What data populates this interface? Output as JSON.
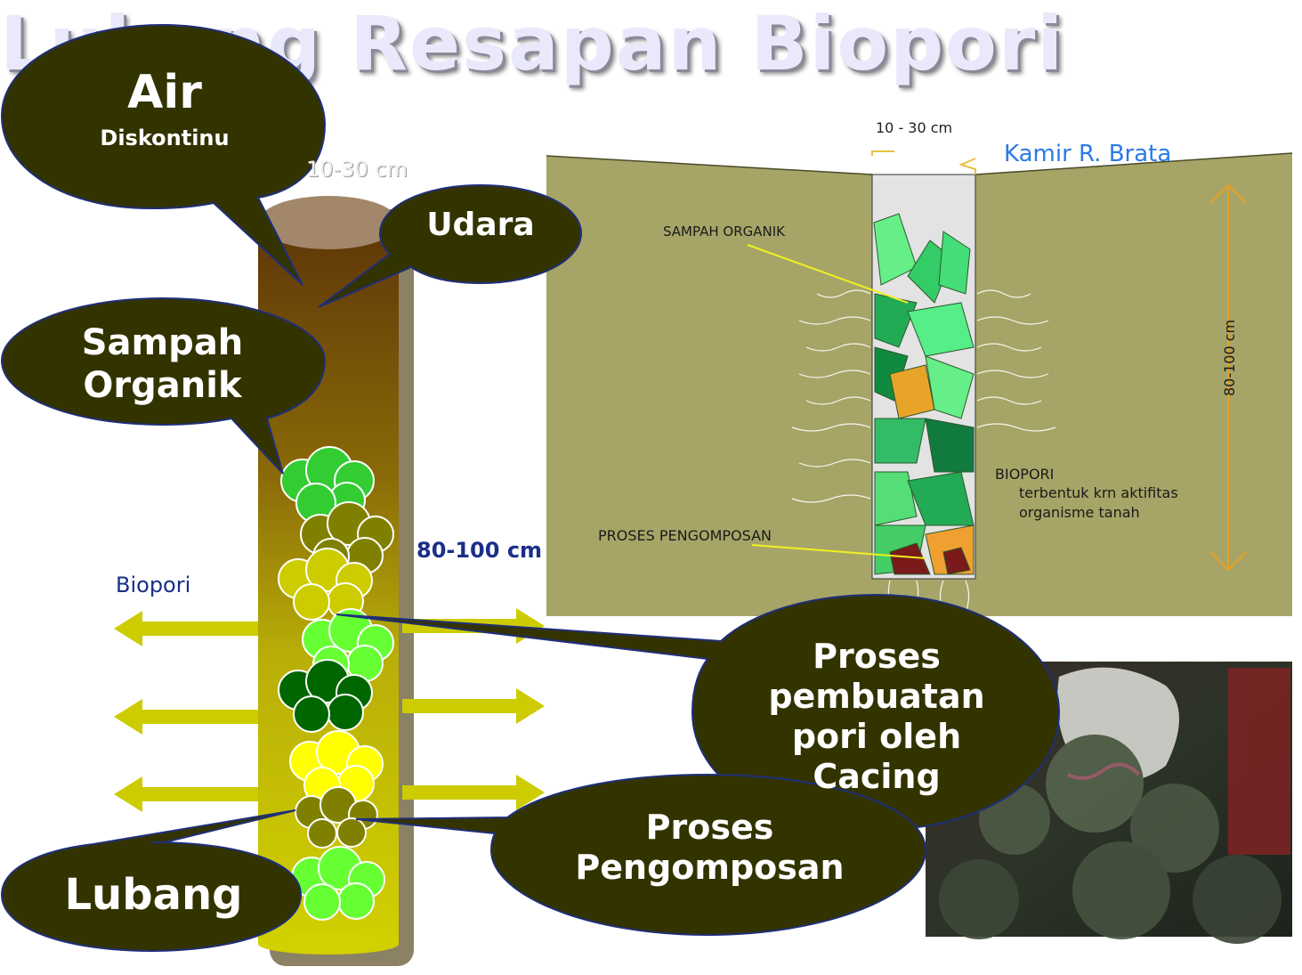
{
  "title": "Lubang Resapan Biopori",
  "column": {
    "diameter_label": "10-30 cm",
    "depth_label": "80-100 cm",
    "biopori_label": "Biopori"
  },
  "callouts": {
    "air": "Air",
    "air_sub": "Diskontinu",
    "udara": "Udara",
    "sampah_line1": "Sampah",
    "sampah_line2": "Organik",
    "lubang": "Lubang",
    "cacing_lines": [
      "Proses",
      "pembuatan",
      "pori oleh",
      "Cacing"
    ],
    "kompos_lines": [
      "Proses",
      "Pengomposan"
    ]
  },
  "cross_section": {
    "width_label": "10 - 30 cm",
    "author": "Kamir R. Brata",
    "sampah_label": "SAMPAH ORGANIK",
    "proses_label": "PROSES PENGOMPOSAN",
    "biopori_title": "BIOPORI",
    "biopori_desc1": "terbentuk krn aktifitas",
    "biopori_desc2": "organisme tanah",
    "depth_label": "80-100 cm"
  },
  "colors": {
    "bubble": "#333300",
    "soil": "#a6a567",
    "arrow": "#cccc00",
    "title_fill": "#e9e9fb"
  }
}
